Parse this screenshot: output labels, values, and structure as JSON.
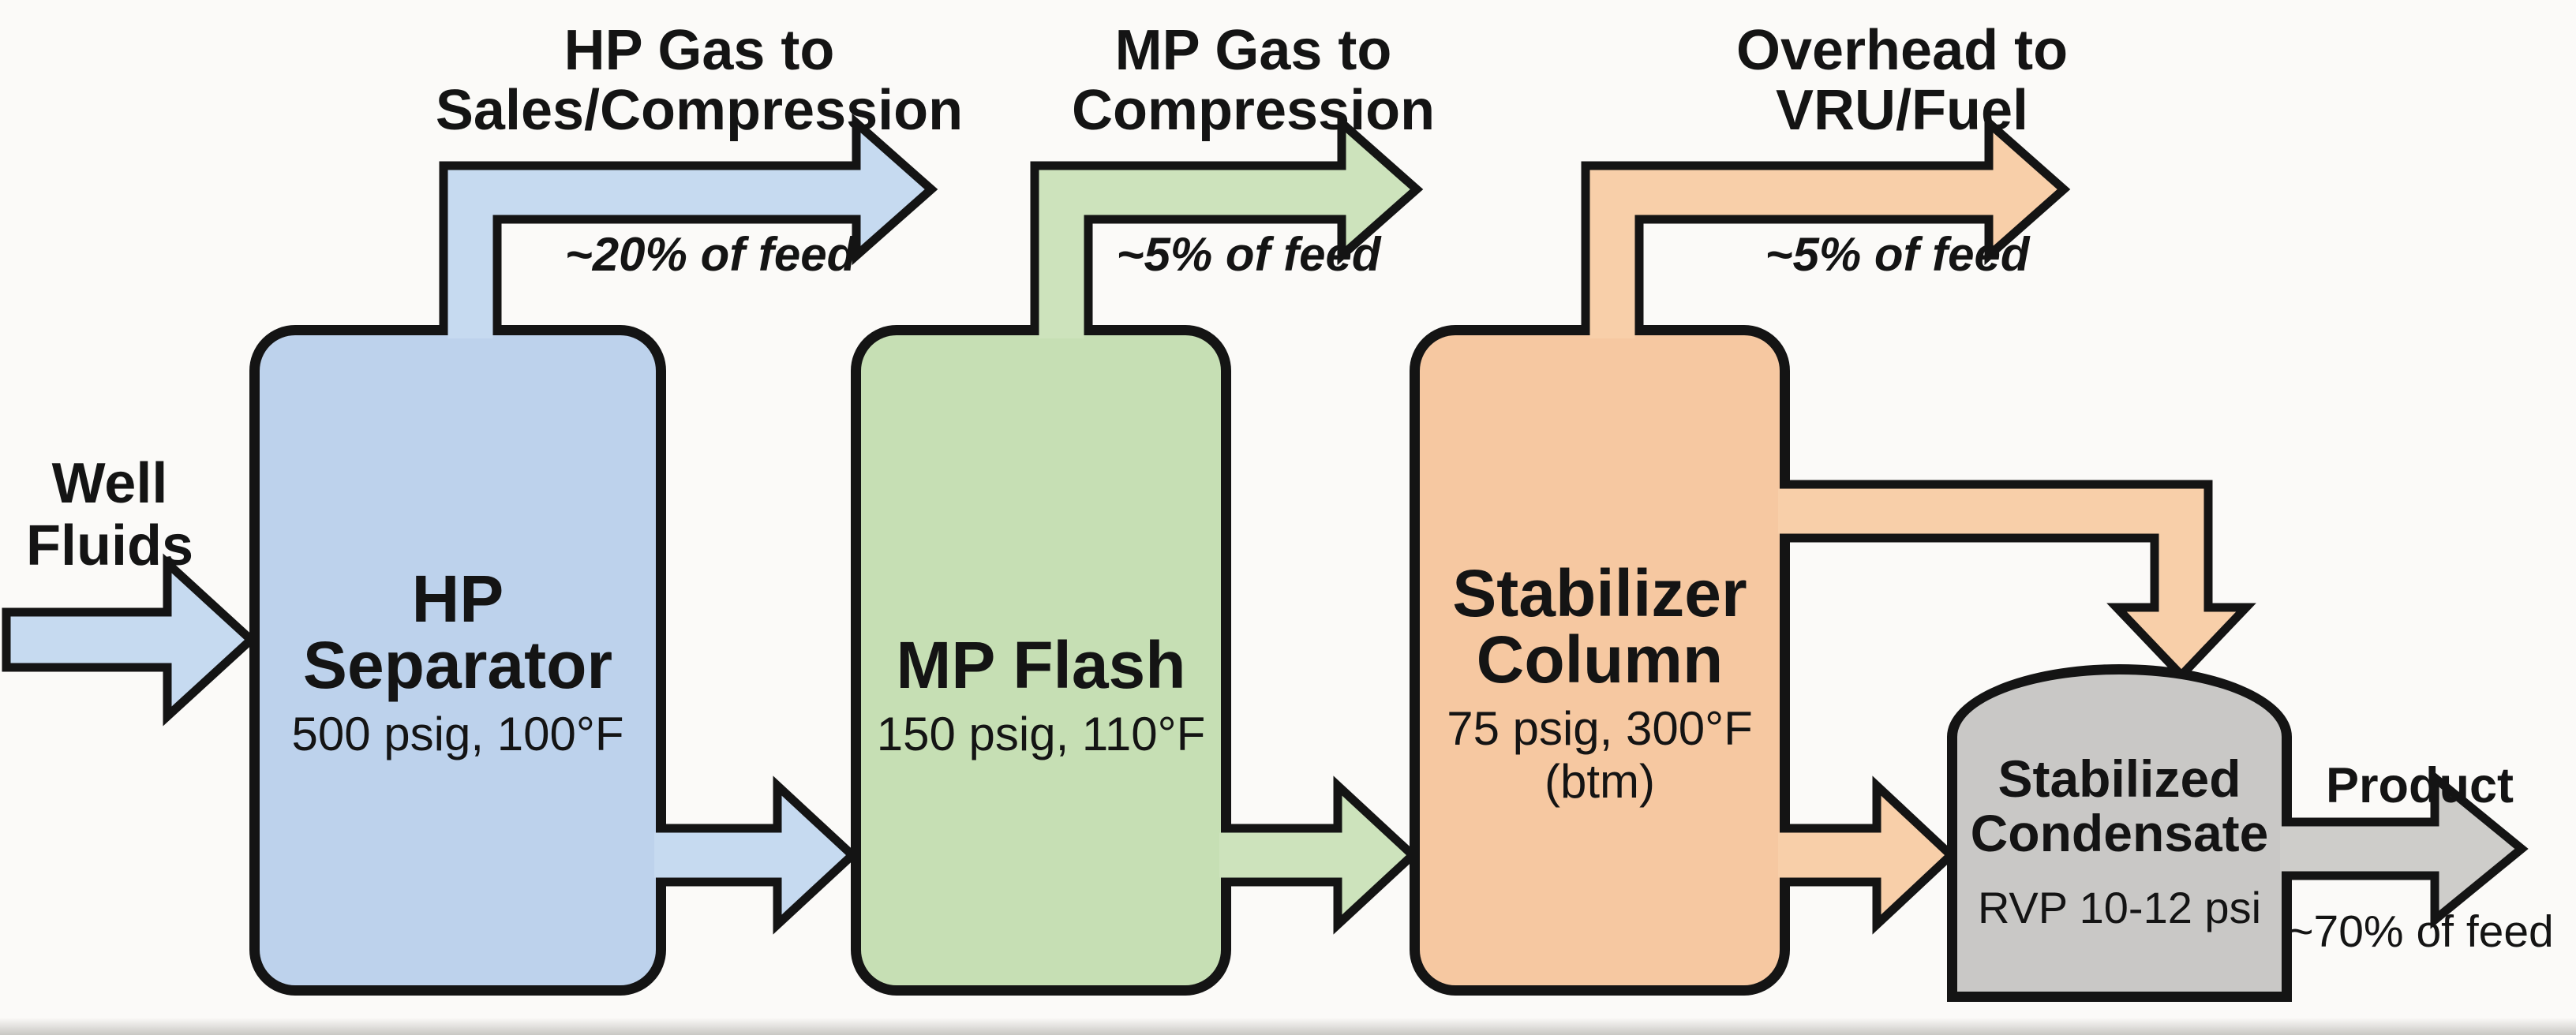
{
  "colors": {
    "background": "#fbfaf8",
    "outline": "#141414",
    "blue_unit": "#bdd2ec",
    "blue_arrow": "#c6daf0",
    "green_unit": "#c6dfb4",
    "green_arrow": "#cde3bc",
    "orange_unit": "#f6c8a1",
    "orange_arrow": "#f8cfa9",
    "gray_unit": "#c9c8c6",
    "gray_arrow": "#cecdca"
  },
  "streams": {
    "well_fluids": {
      "line1": "Well",
      "line2": "Fluids"
    },
    "hp_gas": {
      "line1": "HP Gas to",
      "line2": "Sales/Compression",
      "note": "~20% of feed"
    },
    "mp_gas": {
      "line1": "MP Gas to",
      "line2": "Compression",
      "note": "~5% of feed"
    },
    "overhead": {
      "line1": "Overhead to",
      "line2": "VRU/Fuel",
      "note": "~5% of feed"
    },
    "product": {
      "label": "Product",
      "note": "~70% of feed"
    }
  },
  "units": {
    "hp_separator": {
      "line1": "HP",
      "line2": "Separator",
      "conditions": "500 psig, 100°F"
    },
    "mp_flash": {
      "line1": "MP Flash",
      "conditions": "150 psig, 110°F"
    },
    "stabilizer": {
      "line1": "Stabilizer",
      "line2": "Column",
      "conditions": "75 psig, 300°F",
      "conditions2": "(btm)"
    },
    "condensate": {
      "line1": "Stabilized",
      "line2": "Condensate",
      "conditions": "RVP 10-12 psi"
    }
  }
}
